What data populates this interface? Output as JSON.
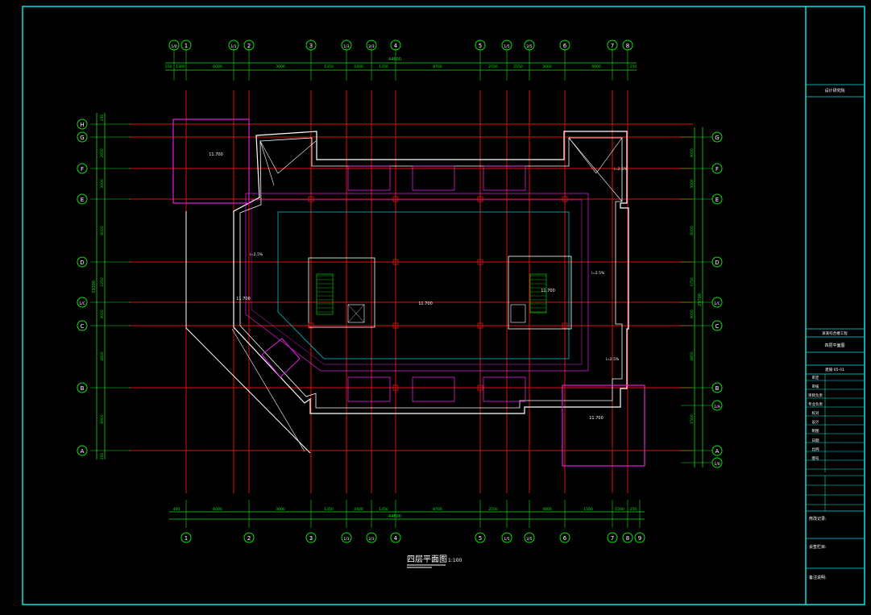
{
  "drawing": {
    "title": "四层平面图",
    "scale": "1:100"
  },
  "grid_axes": {
    "top_labels": [
      "1/0",
      "1",
      "1/1",
      "2",
      "3",
      "1/3",
      "2/3",
      "4",
      "5",
      "1/5",
      "2/5",
      "6",
      "7",
      "8"
    ],
    "bottom_labels": [
      "1",
      "2",
      "3",
      "1/3",
      "2/3",
      "4",
      "5",
      "1/5",
      "2/5",
      "6",
      "7",
      "8",
      "9"
    ],
    "left_labels": [
      "H",
      "G",
      "F",
      "E",
      "D",
      "1/C",
      "C",
      "B",
      "A"
    ],
    "right_labels": [
      "G",
      "F",
      "E",
      "D",
      "1/C",
      "C",
      "B",
      "1/A",
      "A",
      "1/0"
    ]
  },
  "dimensions": {
    "top_overall": "44600",
    "top_segments": [
      "250",
      "1300",
      "6000",
      "3000",
      "1350",
      "2400",
      "1350",
      "8700",
      "2550",
      "2550",
      "3000",
      "6000",
      "250"
    ],
    "bottom_overall": "44600",
    "bottom_segments": [
      "400",
      "6000",
      "3000",
      "1350",
      "2400",
      "1350",
      "8700",
      "2550",
      "4800",
      "1500",
      "1500",
      "250"
    ],
    "left_overall": "33300",
    "left_segments": [
      "250",
      "2950",
      "3000",
      "6000",
      "2250",
      "3000",
      "4800",
      "6900",
      "250"
    ],
    "right_overall": "29700",
    "right_segments": [
      "3000",
      "3000",
      "6000",
      "3750",
      "3000",
      "4800",
      "1500"
    ],
    "room_labels": [
      "11.700",
      "11.700",
      "11.700",
      "11.700",
      "11.700"
    ],
    "slope_labels": [
      "i=2.5%",
      "i=2.5%",
      "i=2.5%",
      "i=2.5%"
    ]
  },
  "title_block": {
    "company": "设计研究院",
    "project": "某某综合楼工程",
    "drawing_name": "四层平面图",
    "drawing_no": "建施-05-01",
    "fields": [
      "审定",
      "审核",
      "项目负责",
      "专业负责",
      "校对",
      "设计",
      "制图"
    ],
    "date_label": "日期",
    "scale_label": "比例",
    "sheet_label": "图号",
    "notes": [
      "修改记录:",
      "会签栏目:",
      "备注说明:"
    ]
  },
  "colors": {
    "background": "#000000",
    "frame": "#00E5E5",
    "axis": "#E01010",
    "dimension": "#10E010",
    "wall": "#FFFFFF",
    "window": "#E020E0",
    "core": "#00C8C8"
  }
}
